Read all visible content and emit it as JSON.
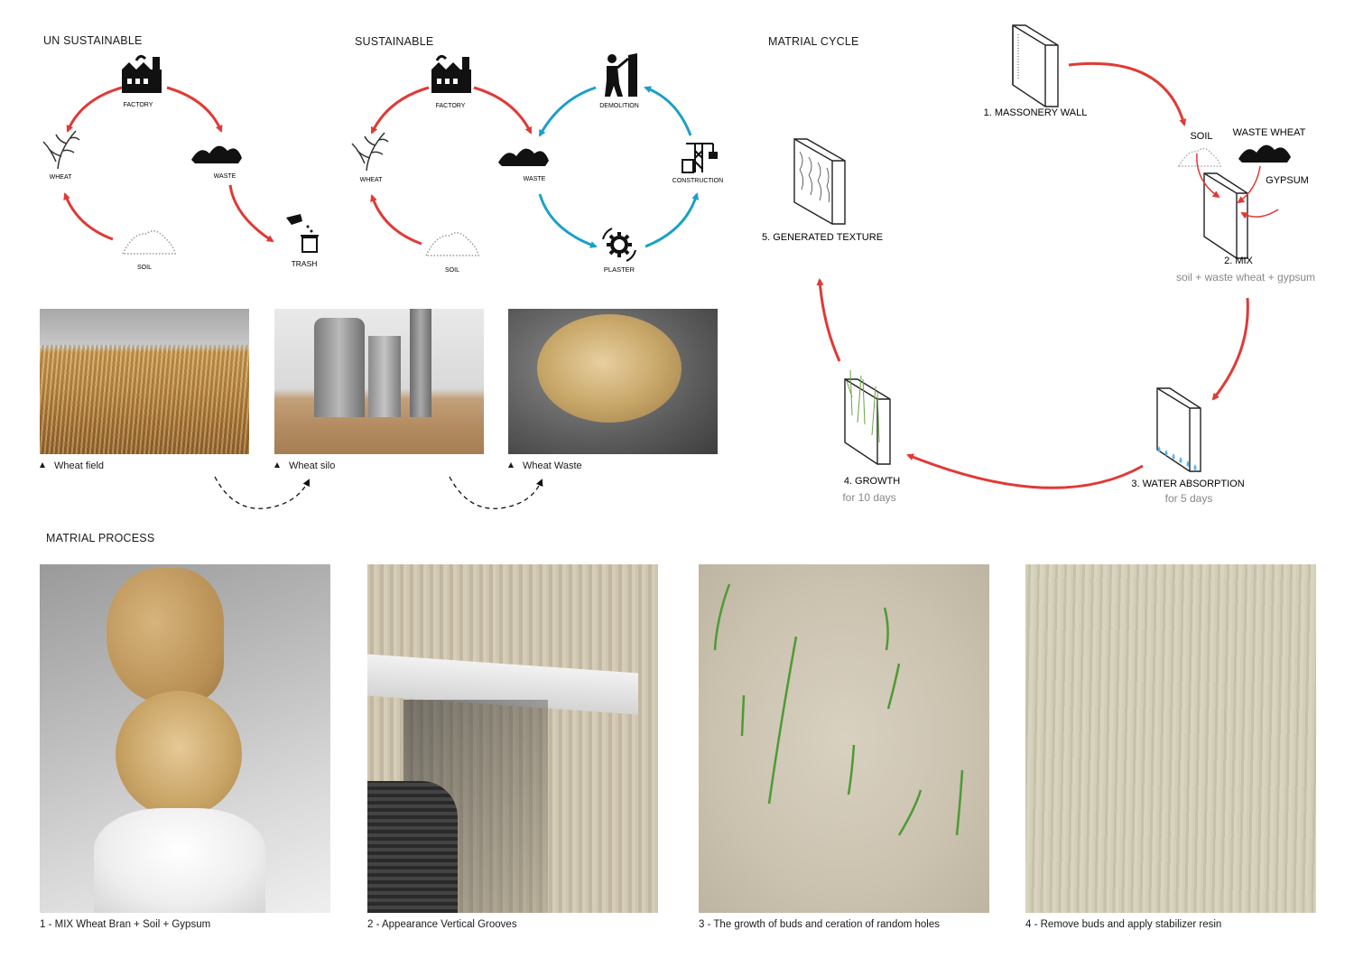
{
  "sections": {
    "unsustainable": "UN SUSTAINABLE",
    "sustainable": "SUSTAINABLE",
    "material_cycle": "MATRIAL CYCLE",
    "material_process": "MATRIAL PROCESS"
  },
  "unsustainable": {
    "factory": "FACTORY",
    "waste": "WASTE",
    "wheat": "WHEAT",
    "soil": "SOIL",
    "trash": "TRASH"
  },
  "sustainable": {
    "factory": "FACTORY",
    "waste": "WASTE",
    "wheat": "WHEAT",
    "soil": "SOIL",
    "demolition": "DEMOLITION",
    "construction": "CONSTRUCTION",
    "plaster": "PLASTER"
  },
  "cycle": {
    "step1": "1. MASSONERY  WALL",
    "soil": "SOIL",
    "waste_wheat": "WASTE WHEAT",
    "gypsum": "GYPSUM",
    "step2": "2. MIX",
    "step2_sub": "soil + waste wheat + gypsum",
    "step3": "3. WATER  ABSORPTION",
    "step3_sub": "for 5 days",
    "step4": "4. GROWTH",
    "step4_sub": "for 10 days",
    "step5": "5. GENERATED TEXTURE"
  },
  "photos": {
    "field": "Wheat field",
    "silo": "Wheat silo",
    "waste": "Wheat Waste"
  },
  "process": [
    "1 -  MIX   Wheat Bran + Soil + Gypsum",
    "2 -  Appearance Vertical Grooves",
    "3 - The growth of buds and ceration of random holes",
    "4  -  Remove buds and apply stabilizer resin"
  ],
  "colors": {
    "red_arrow": "#e03a36",
    "blue_arrow": "#1aa0c8",
    "water_drop": "#5ab4e8"
  }
}
